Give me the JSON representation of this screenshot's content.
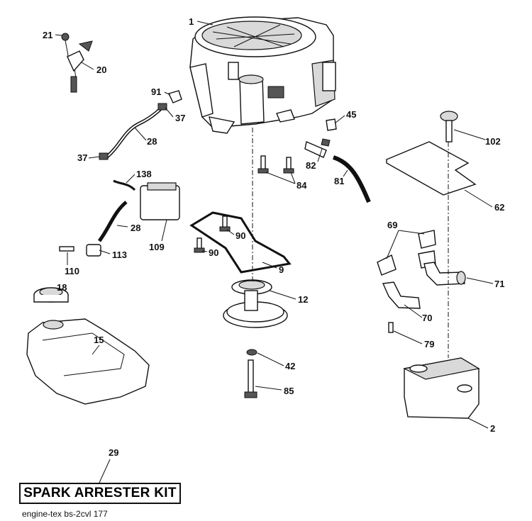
{
  "callouts": [
    "1",
    "21",
    "20",
    "91",
    "37",
    "28",
    "37",
    "45",
    "102",
    "82",
    "84",
    "81",
    "62",
    "138",
    "109",
    "28",
    "113",
    "110",
    "90",
    "90",
    "9",
    "69",
    "71",
    "18",
    "12",
    "70",
    "15",
    "79",
    "42",
    "85",
    "2",
    "29"
  ],
  "kit_label": "SPARK ARRESTER KIT",
  "footer": "engine-tex  bs-2cvl  177"
}
